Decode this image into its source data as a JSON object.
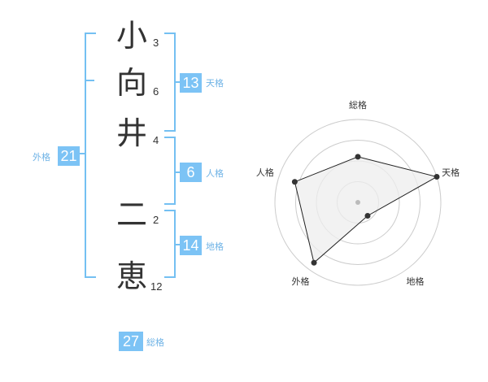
{
  "name": {
    "chars": [
      {
        "char": "小",
        "strokes": "3"
      },
      {
        "char": "向",
        "strokes": "6"
      },
      {
        "char": "井",
        "strokes": "4"
      },
      {
        "char": "二",
        "strokes": "2"
      },
      {
        "char": "恵",
        "strokes": "12"
      }
    ]
  },
  "kaku": {
    "tenkaku": {
      "value": "13",
      "label": "天格"
    },
    "jinkaku": {
      "value": "6",
      "label": "人格"
    },
    "chikaku": {
      "value": "14",
      "label": "地格"
    },
    "gaikaku": {
      "value": "21",
      "label": "外格"
    },
    "soukaku": {
      "value": "27",
      "label": "総格"
    }
  },
  "chart_data": {
    "type": "radar",
    "axes": [
      "総格",
      "天格",
      "地格",
      "外格",
      "人格"
    ],
    "values": [
      0.55,
      1.0,
      0.2,
      0.9,
      0.8
    ],
    "max": 1.0,
    "rings": 4,
    "colors": {
      "fill": "#eeeeee",
      "line": "#222222",
      "ring": "#cccccc",
      "point": "#333333",
      "center": "#bbbbbb"
    }
  },
  "colors": {
    "accent": "#7cc3f5",
    "bracket": "#74c0f2"
  }
}
